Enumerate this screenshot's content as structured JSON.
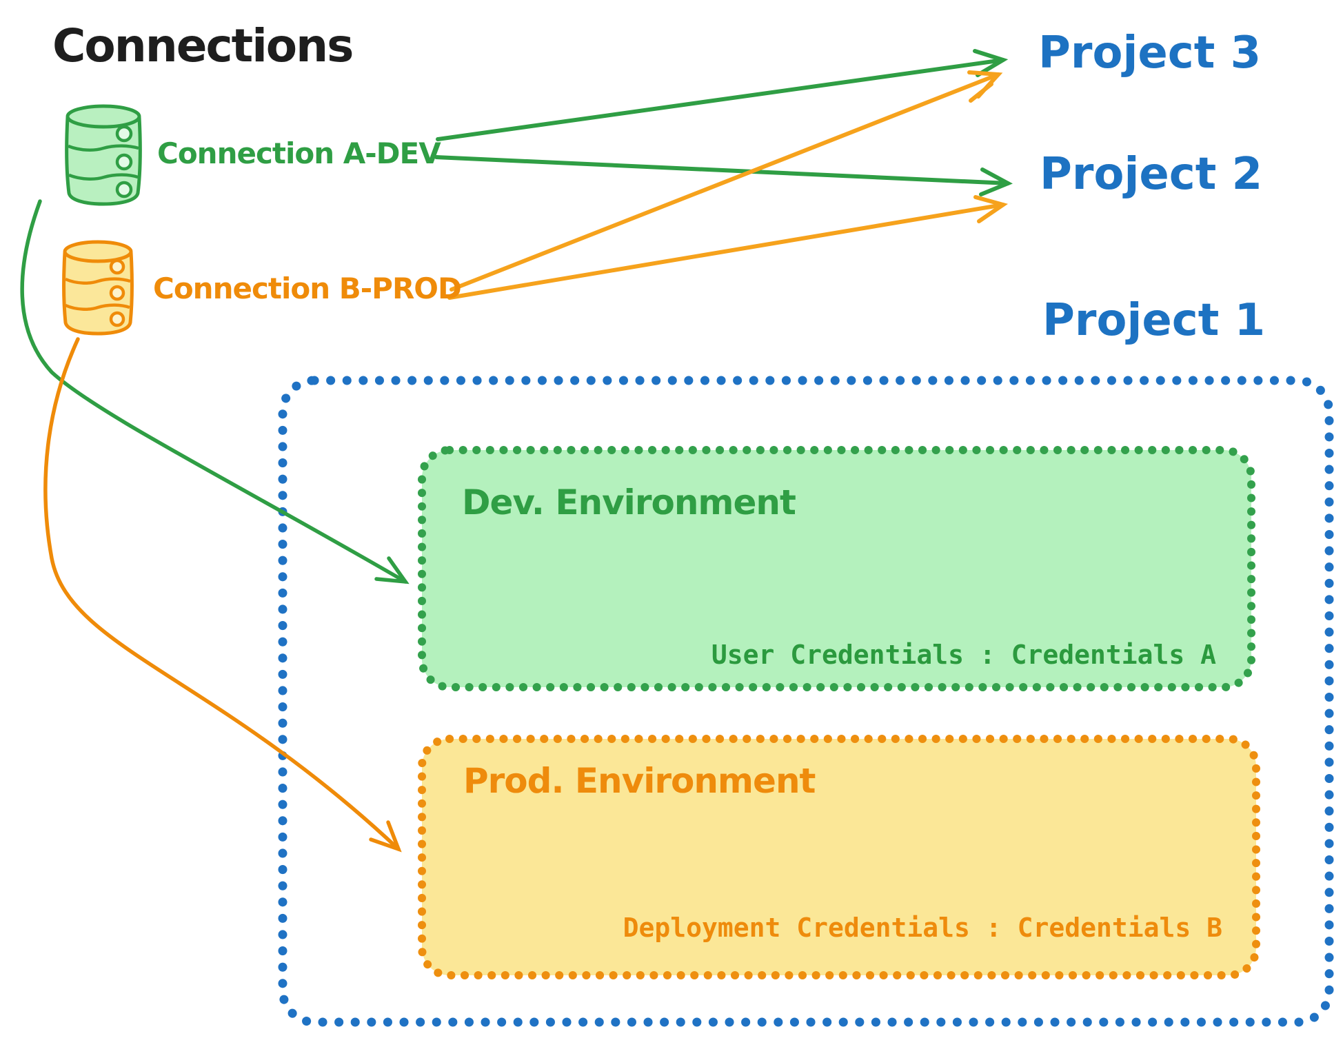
{
  "title": "Connections",
  "colors": {
    "title_black": "#1e1e1e",
    "green_stroke": "#2f9e44",
    "green_fill": "#b4f1bd",
    "orange_stroke": "#ef8b09",
    "orange_arrow": "#f6a21c",
    "orange_fill": "#fbe797",
    "blue": "#1d72c2",
    "background": "#ffffff"
  },
  "connections": [
    {
      "label": "Connection A-DEV",
      "color": "#2f9e44",
      "icon": "database-icon"
    },
    {
      "label": "Connection B-PROD",
      "color": "#ef8b09",
      "icon": "database-icon"
    }
  ],
  "projects": [
    {
      "label": "Project 3"
    },
    {
      "label": "Project 2"
    },
    {
      "label": "Project 1"
    }
  ],
  "project1_box": {
    "environments": [
      {
        "name": "Dev. Environment",
        "credentials_label": "User Credentials : Credentials A"
      },
      {
        "name": "Prod. Environment",
        "credentials_label": "Deployment Credentials : Credentials B"
      }
    ]
  },
  "edges": [
    {
      "from": "Connection A-DEV",
      "to": "Project 3",
      "style": "straight",
      "color": "#2f9e44"
    },
    {
      "from": "Connection A-DEV",
      "to": "Project 2",
      "style": "straight",
      "color": "#2f9e44"
    },
    {
      "from": "Connection B-PROD",
      "to": "Project 3",
      "style": "straight",
      "color": "#f6a21c"
    },
    {
      "from": "Connection B-PROD",
      "to": "Project 2",
      "style": "straight",
      "color": "#f6a21c"
    },
    {
      "from": "Connection A-DEV",
      "to": "Dev. Environment",
      "style": "curved",
      "color": "#2f9e44"
    },
    {
      "from": "Connection B-PROD",
      "to": "Prod. Environment",
      "style": "curved",
      "color": "#ef8b09"
    }
  ]
}
